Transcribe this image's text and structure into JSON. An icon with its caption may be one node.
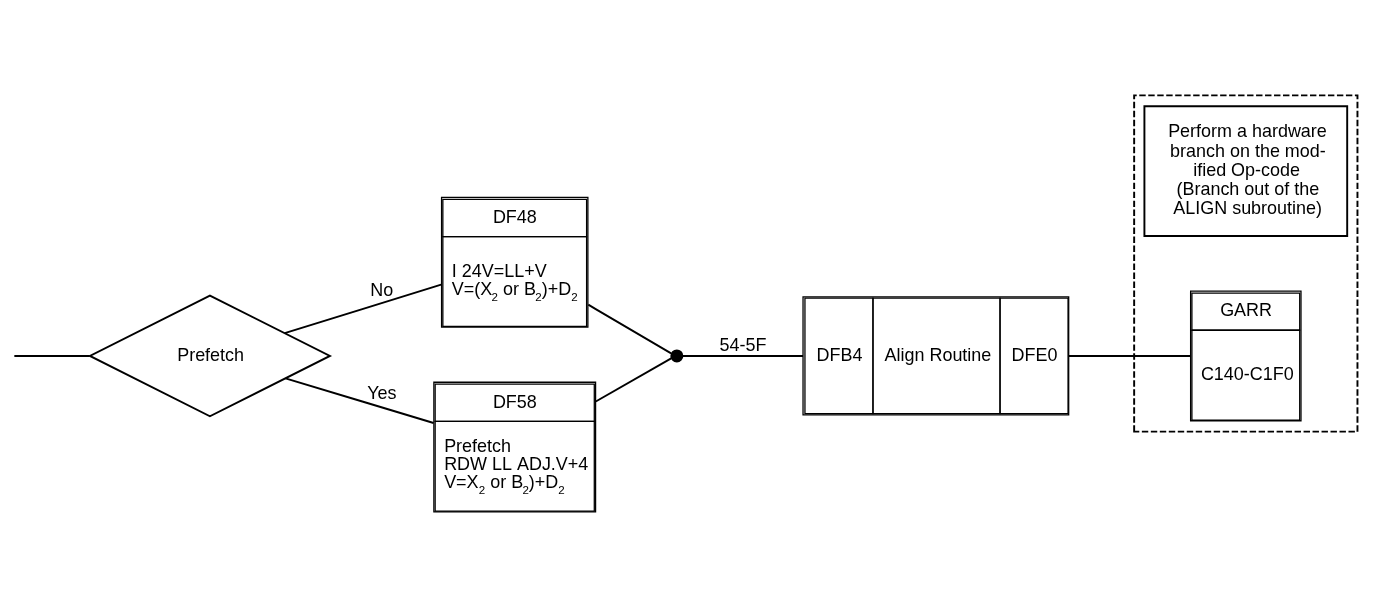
{
  "diagram": {
    "nodes": [
      {
        "text": [
          "Prefetch"
        ]
      },
      {
        "text": [
          "DF48",
          "I 24V=LL+V",
          "V=(X$_{2}$ or B$_{2}$)+D$_{2}$"
        ]
      },
      {
        "text": [
          "DF58",
          "Prefetch",
          "RDW LL ADJ.V+4",
          "V=X$_{2}$ or B$_{2}$)+D$_{2}$"
        ]
      },
      {
        "text": [],
        "shape": "circle"
      },
      {
        "text": [
          "DFB4",
          "Align Routine",
          "DFE0"
        ]
      },
      {
        "text": [],
        "shape": "box"
      },
      {
        "text": [
          "Perform a hardware branch on the mod- ified Op-code (Branch out of the ALIGN subroutine)"
        ],
        "in": 5
      },
      {
        "text": [
          "GARR",
          "C140-C1F0"
        ],
        "in": 5
      }
    ],
    "edges": [
      {
        "from": null,
        "to": 0,
        "arrow": "none"
      },
      {
        "from": 0,
        "to": 1,
        "arrow": "none",
        "label": "No"
      },
      {
        "from": 0,
        "to": 2,
        "arrow": "none",
        "label": "Yes"
      },
      {
        "from": 1,
        "to": 3,
        "arrow": "none"
      },
      {
        "from": 2,
        "to": 3,
        "arrow": "none"
      },
      {
        "from": 3,
        "to": 4,
        "arrow": "none",
        "label": "54-5F"
      },
      {
        "from": 4,
        "to": 7,
        "arrow": "none"
      }
    ]
  }
}
